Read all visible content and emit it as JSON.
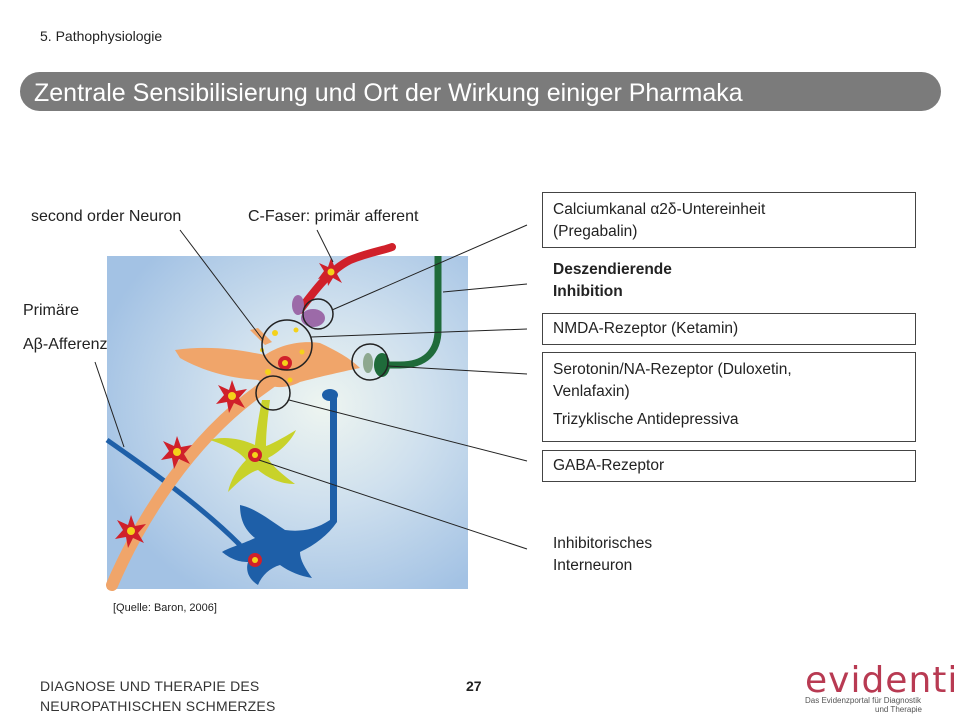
{
  "header": {
    "section": "5. Pathophysiologie",
    "title": "Zentrale Sensibilisierung und Ort der Wirkung einiger Pharmaka"
  },
  "labels": {
    "second_order": "second order Neuron",
    "c_fiber": "C-Faser: primär afferent",
    "primaere_line1": "Primäre",
    "primaere_line2": "Aβ-Afferenz"
  },
  "annotations": {
    "calcium_line1": "Calciumkanal α2δ-Untereinheit",
    "calcium_line2": "(Pregabalin)",
    "deszend_line1": "Deszendierende",
    "deszend_line2": "Inhibition",
    "nmda": "NMDA-Rezeptor (Ketamin)",
    "sero_line1": "Serotonin/NA-Rezeptor (Duloxetin,",
    "sero_line2": "Venlafaxin)",
    "sero_line3": "Trizyklische Antidepressiva",
    "gaba": "GABA-Rezeptor",
    "inter_line1": "Inhibitorisches",
    "inter_line2": "Interneuron"
  },
  "source": "[Quelle: Baron, 2006]",
  "footer": {
    "line1": "DIAGNOSE UND THERAPIE DES",
    "line2": "NEUROPATHISCHEN SCHMERZES",
    "page": "27"
  },
  "logo": {
    "word": "evidentia",
    "tag_line1": "Das Evidenzportal für Diagnostik",
    "tag_line2": "und Therapie"
  },
  "colors": {
    "title_bar": "#7b7b7b",
    "background_panel": "#a9c6e6",
    "orange_fiber": "#f0a56a",
    "red_fiber": "#d0202a",
    "green_fiber": "#1f6b3a",
    "blue_neuron": "#1e5fa8",
    "yellow_interneuron": "#c8d22a",
    "logo": "#b83a52"
  }
}
